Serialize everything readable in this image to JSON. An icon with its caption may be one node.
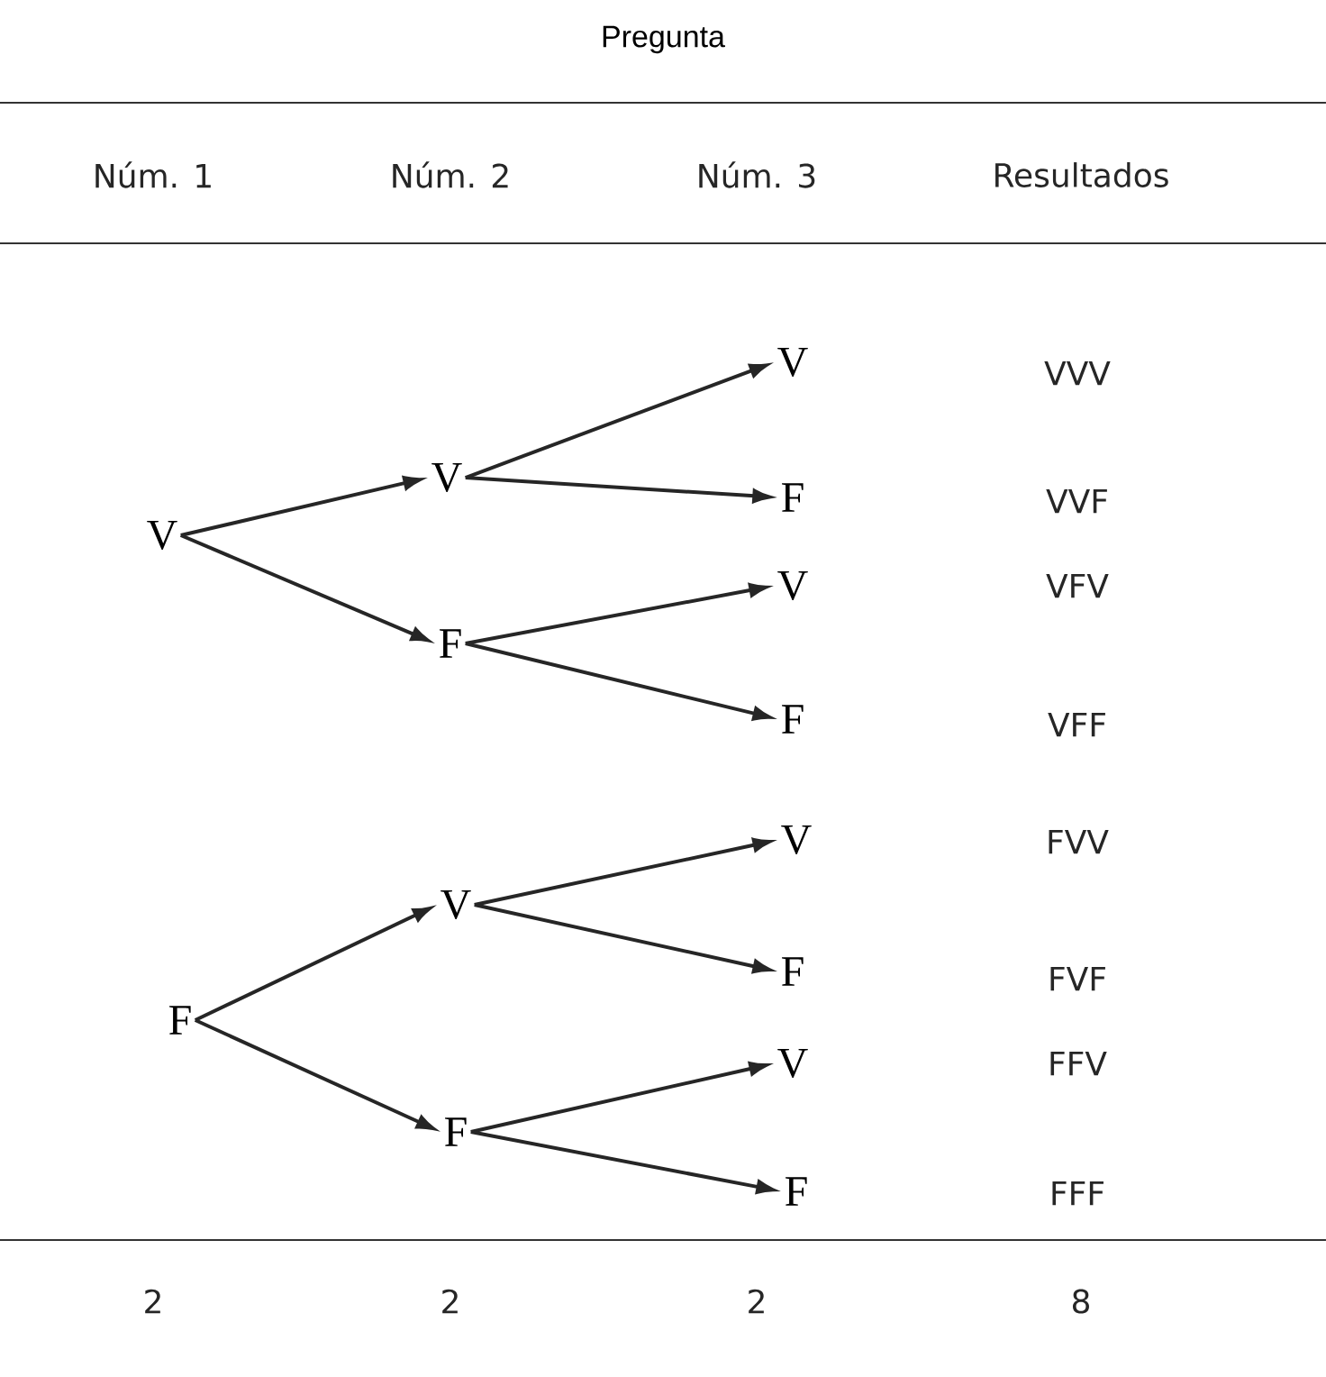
{
  "diagram": {
    "title": "Pregunta",
    "nodes": [
      {
        "text": [
          "V"
        ]
      },
      {
        "text": [
          "V"
        ]
      },
      {
        "text": [
          "V"
        ]
      },
      {
        "text": [
          "F"
        ]
      },
      {
        "text": [
          "F"
        ]
      },
      {
        "text": [
          "V"
        ]
      },
      {
        "text": [
          "F"
        ]
      },
      {
        "text": [
          "F"
        ]
      },
      {
        "text": [
          "V"
        ]
      },
      {
        "text": [
          "V"
        ]
      },
      {
        "text": [
          "F"
        ]
      },
      {
        "text": [
          "F"
        ]
      },
      {
        "text": [
          "V"
        ]
      },
      {
        "text": [
          "F"
        ]
      }
    ],
    "edges": [
      {
        "from": 0,
        "to": 1,
        "arrow": "to"
      },
      {
        "from": 0,
        "to": 4,
        "arrow": "to"
      },
      {
        "from": 1,
        "to": 2,
        "arrow": "to"
      },
      {
        "from": 1,
        "to": 3,
        "arrow": "to"
      },
      {
        "from": 4,
        "to": 5,
        "arrow": "to"
      },
      {
        "from": 4,
        "to": 6,
        "arrow": "to"
      },
      {
        "from": 7,
        "to": 8,
        "arrow": "to"
      },
      {
        "from": 7,
        "to": 11,
        "arrow": "to"
      },
      {
        "from": 8,
        "to": 9,
        "arrow": "to"
      },
      {
        "from": 8,
        "to": 10,
        "arrow": "to"
      },
      {
        "from": 11,
        "to": 12,
        "arrow": "to"
      },
      {
        "from": 11,
        "to": 13,
        "arrow": "to"
      }
    ],
    "labels": [
      "Núm. 1",
      "Núm. 2",
      "Núm. 3",
      "Resultados",
      "VVV",
      "VVF",
      "VFV",
      "VFF",
      "FVV",
      "FVF",
      "FFV",
      "FFF",
      "2",
      "2",
      "2",
      "8"
    ]
  }
}
